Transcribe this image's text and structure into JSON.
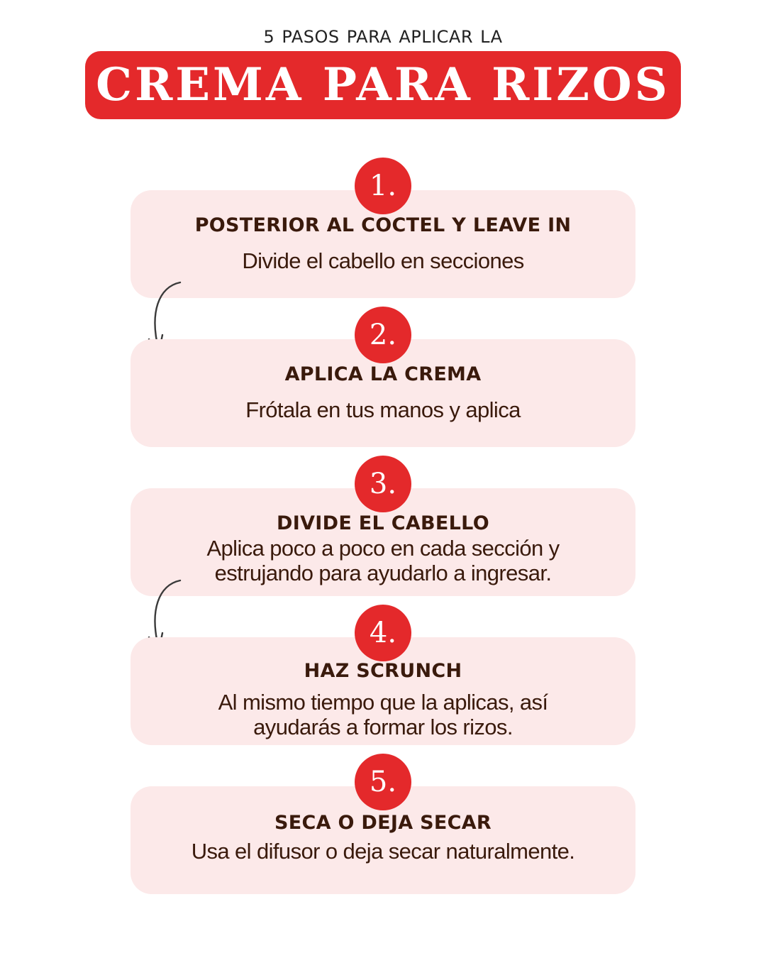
{
  "header": {
    "subtitle": "5  PASOS PARA APLICAR LA",
    "title": "CREMA PARA RIZOS"
  },
  "steps": [
    {
      "number": "1.",
      "title": "POSTERIOR AL COCTEL Y LEAVE IN",
      "description": "Divide el cabello en secciones"
    },
    {
      "number": "2.",
      "title": "APLICA LA CREMA",
      "description": "Frótala en tus manos y aplica"
    },
    {
      "number": "3.",
      "title": "DIVIDE EL CABELLO",
      "description": "Aplica poco a poco en cada sección y estrujando para ayudarlo a ingresar."
    },
    {
      "number": "4.",
      "title": "HAZ SCRUNCH",
      "description": "Al mismo tiempo que la aplicas, así ayudarás a formar los rizos."
    },
    {
      "number": "5.",
      "title": "SECA O DEJA SECAR",
      "description": "Usa el difusor o  deja secar naturalmente."
    }
  ],
  "icons": [
    "curved-arrow-icon"
  ],
  "colors": {
    "accent": "#e4292b",
    "card_bg": "#fce9e9",
    "text": "#3a1a0c"
  }
}
